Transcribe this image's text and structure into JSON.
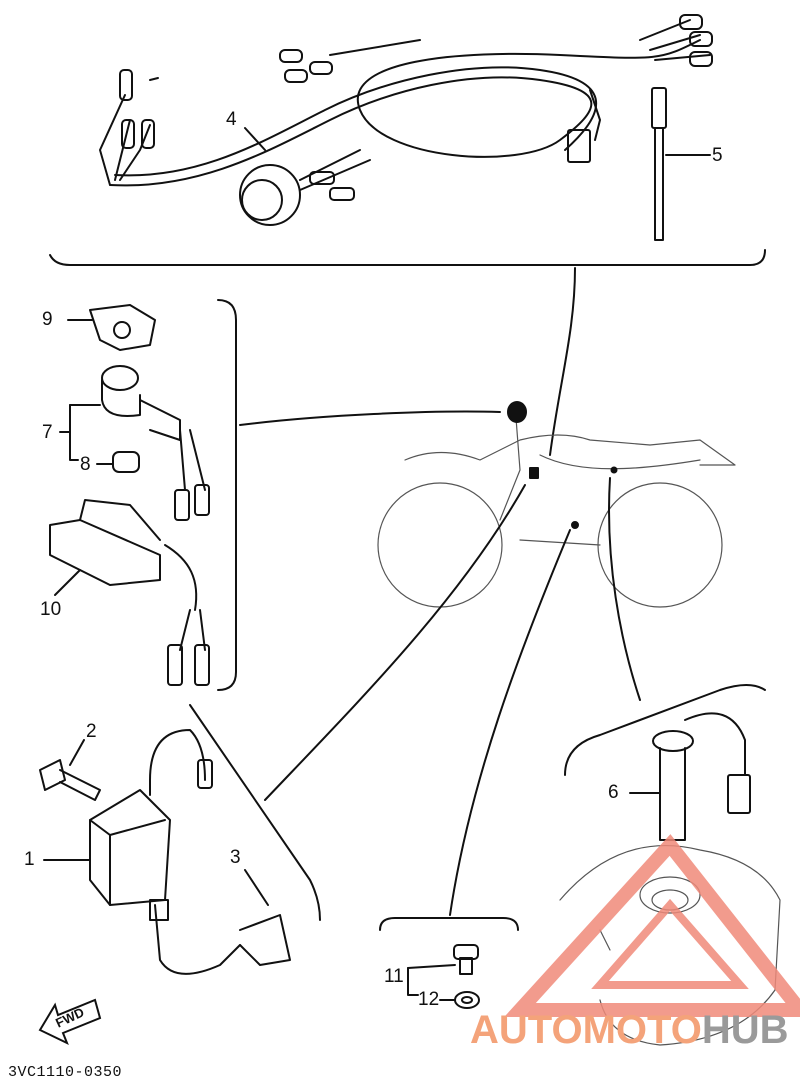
{
  "callouts": {
    "c1": "1",
    "c2": "2",
    "c3": "3",
    "c4": "4",
    "c5": "5",
    "c6": "6",
    "c7": "7",
    "c8": "8",
    "c9": "9",
    "c10": "10",
    "c11": "11",
    "c12": "12"
  },
  "fwd_label": "FWD",
  "diagram_code": "3VC1110-0350",
  "watermark": {
    "part1": "AUTOMOTO",
    "part2": "HUB"
  },
  "colors": {
    "line": "#111111",
    "watermark_red": "#f08a7a",
    "watermark_gray": "#9a9a9a"
  }
}
